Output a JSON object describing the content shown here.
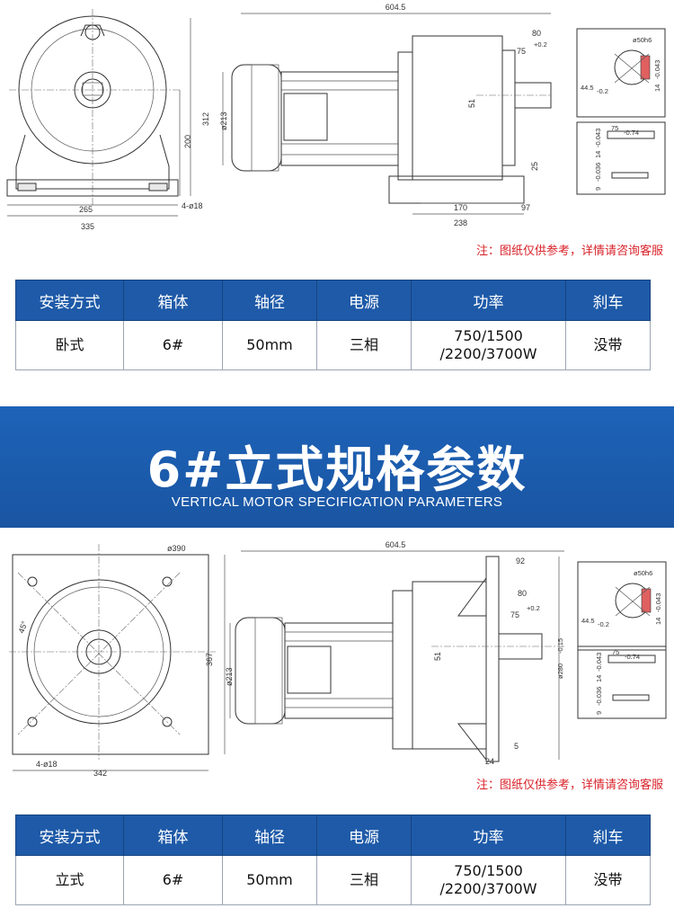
{
  "horizontal": {
    "dims": {
      "length": "604.5",
      "d80": "80",
      "d75": "75",
      "d75tol": "+0.2",
      "d51": "51",
      "d312": "312",
      "d200": "200",
      "d213": "ø213",
      "d265": "265",
      "d335": "335",
      "holes": "4-ø18",
      "d25": "25",
      "d170": "170",
      "d97": "97",
      "d238": "238",
      "shaft": "ø50h6",
      "d445": "44.5",
      "d445tol": "-0.2",
      "d14": "14",
      "d14tol": "-0.043",
      "key75": "75",
      "key75tol": "-0.74",
      "key9": "9",
      "key9tol": "-0.036",
      "key14b": "14",
      "key14btol": "-0.043"
    },
    "note": "注：图纸仅供参考，详情请咨询客服",
    "table": {
      "headers": [
        "安装方式",
        "箱体",
        "轴径",
        "电源",
        "功率",
        "刹车"
      ],
      "row": [
        "卧式",
        "6#",
        "50mm",
        "三相",
        "750/1500\n/2200/3700W",
        "没带"
      ]
    }
  },
  "banner": {
    "title": "6#立式规格参数",
    "subtitle": "VERTICAL MOTOR SPECIFICATION PARAMETERS"
  },
  "vertical": {
    "dims": {
      "d390": "ø390",
      "length": "604.5",
      "d92": "92",
      "d80": "80",
      "d75": "75",
      "d75tol": "+0.2",
      "d51": "51",
      "d213": "ø213",
      "d367": "367",
      "d342": "342",
      "holes": "4-ø18",
      "angle": "45°",
      "d280": "ø280",
      "d280tol": "-0.15",
      "d5": "5",
      "d24": "24",
      "shaft": "ø50h6",
      "d445": "44.5",
      "d445tol": "-0.2",
      "d14": "14",
      "d14tol": "-0.043",
      "key75": "75",
      "key75tol": "-0.74",
      "key9": "9",
      "key9tol": "-0.036",
      "key14b": "14",
      "key14btol": "-0.043"
    },
    "note": "注：图纸仅供参考，详情请咨询客服",
    "table": {
      "headers": [
        "安装方式",
        "箱体",
        "轴径",
        "电源",
        "功率",
        "刹车"
      ],
      "row": [
        "立式",
        "6#",
        "50mm",
        "三相",
        "750/1500\n/2200/3700W",
        "没带"
      ]
    }
  }
}
